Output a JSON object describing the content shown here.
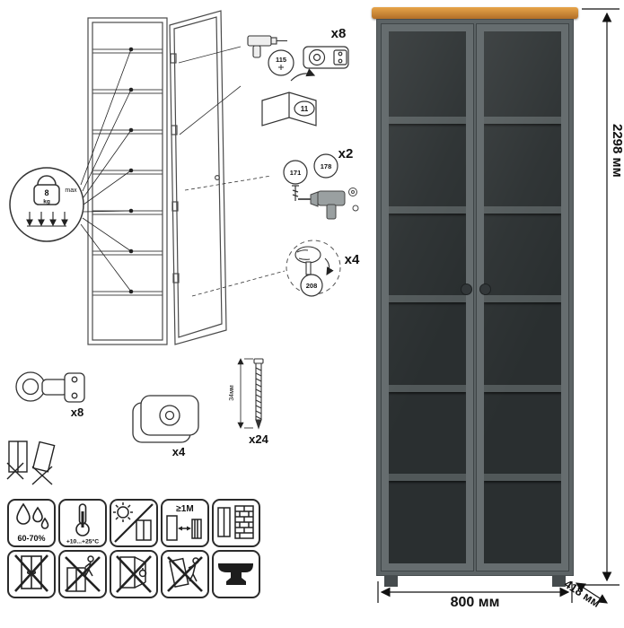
{
  "dimensions": {
    "height": "2298 мм",
    "width": "800 мм",
    "depth": "418 мм"
  },
  "weight_limit": {
    "value": "8",
    "unit": "kg",
    "note": "max"
  },
  "callouts": {
    "hinge": {
      "qty": "x8",
      "bit_code": "115",
      "page": "11"
    },
    "knob": {
      "qty": "x2",
      "part_a": "171",
      "part_b": "178"
    },
    "dowel": {
      "qty": "x4",
      "part": "208"
    }
  },
  "hardware": {
    "hinge_qty": "x8",
    "foot_qty": "x4",
    "screw_qty": "x24",
    "screw_length": "34мм"
  },
  "care": {
    "humidity": "60-70%",
    "temperature": "+10...+25°C",
    "distance": "≥1M"
  },
  "colors": {
    "cabinet_body": "#5c6365",
    "cabinet_interior": "#2a2f30",
    "wood_top": "#c9863a",
    "line_art": "#444444"
  }
}
